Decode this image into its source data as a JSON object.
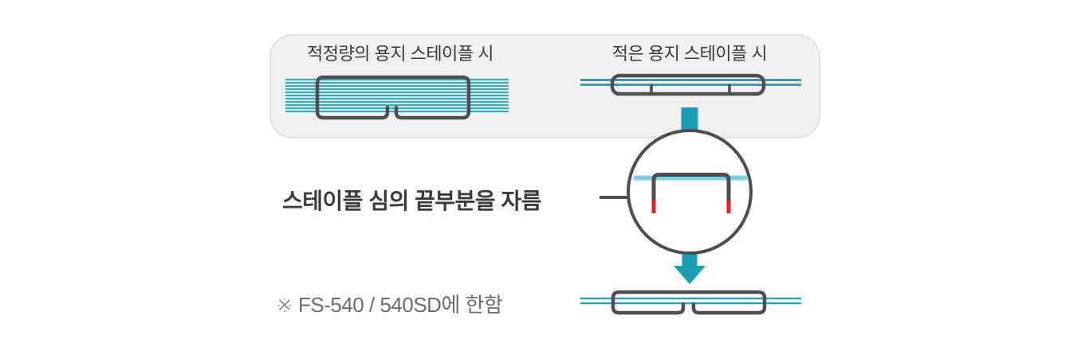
{
  "panel": {
    "left_caption": "적정량의 용지 스테이플 시",
    "right_caption": "적은 용지 스테이플 시"
  },
  "callout": {
    "text": "스테이플 심의 끝부분을 자름"
  },
  "footnote": {
    "text": "※ FS-540 / 540SD에 한함"
  },
  "icons": [
    "down-arrow-icon",
    "magnifier-circle",
    "staple-icon",
    "cut-staple-tips"
  ],
  "colors": {
    "paper_line_teal": "#33ACC0",
    "thin_paper_teal": "#2EA3B8",
    "arrow_teal": "#1B9DB5",
    "magnified_paper_light_teal": "#7CD2E0",
    "staple_outline_gray": "#4E4E50",
    "cut_tip_red": "#EE1C25",
    "panel_background": "#F1F1F3",
    "panel_border": "#DBDBDF",
    "caption_text": "#3B3B3B",
    "footnote_text": "#6C6C6C"
  }
}
